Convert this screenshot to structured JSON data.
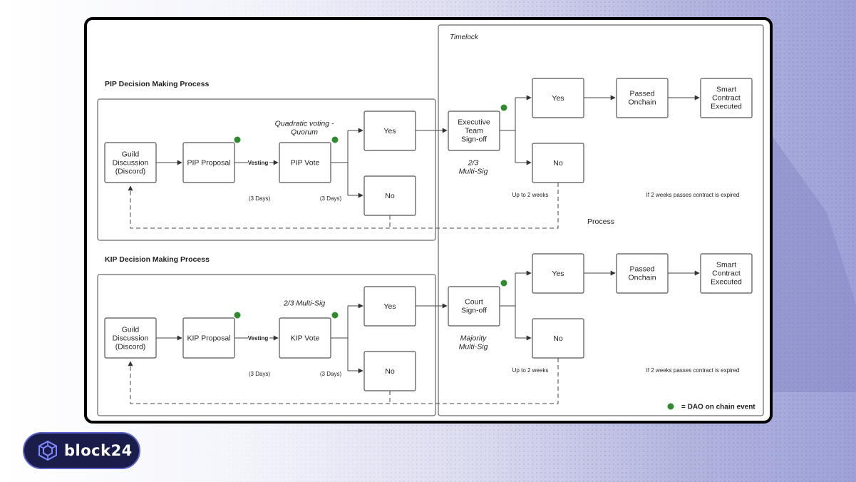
{
  "diagram": {
    "timelock_label": "Timelock",
    "process_label": "Process",
    "legend_label": "= DAO on chain event",
    "pip": {
      "title": "PIP Decision Making Process",
      "guild_lines": [
        "Guild",
        "Discussion",
        "(Discord)"
      ],
      "proposal": "PIP Proposal",
      "vesting": "Vesting",
      "vote": "PIP Vote",
      "vote_note_lines": [
        "Quadratic voting -",
        "Quorum"
      ],
      "days_1": "(3 Days)",
      "days_2": "(3 Days)",
      "yes": "Yes",
      "no": "No",
      "signoff_lines": [
        "Executive",
        "Team",
        "Sign-off"
      ],
      "multisig_lines": [
        "2/3",
        "Multi-Sig"
      ],
      "yes2": "Yes",
      "no2": "No",
      "passed_lines": [
        "Passed",
        "Onchain"
      ],
      "smart_lines": [
        "Smart",
        "Contract",
        "Executed"
      ],
      "up_to": "Up to 2 weeks",
      "expired_note": "If 2 weeks passes contract is expired"
    },
    "kip": {
      "title": "KIP Decision Making Process",
      "guild_lines": [
        "Guild",
        "Discussion",
        "(Discord)"
      ],
      "proposal": "KIP Proposal",
      "vesting": "Vesting",
      "vote": "KIP Vote",
      "vote_note_lines": [
        "2/3 Multi-Sig"
      ],
      "days_1": "(3 Days)",
      "days_2": "(3 Days)",
      "yes": "Yes",
      "no": "No",
      "signoff_lines": [
        "Court",
        "Sign-off"
      ],
      "multisig_lines": [
        "Majority",
        "Multi-Sig"
      ],
      "yes2": "Yes",
      "no2": "No",
      "passed_lines": [
        "Passed",
        "Onchain"
      ],
      "smart_lines": [
        "Smart",
        "Contract",
        "Executed"
      ],
      "up_to": "Up to 2 weeks",
      "expired_note": "If 2 weeks passes contract is expired"
    }
  },
  "brand": {
    "name": "block24",
    "icon": "cube-icon"
  },
  "colors": {
    "event_dot": "#2e8b2e",
    "stroke": "#555555",
    "brand_bg": "#1a1d4a",
    "brand_border": "#5c63c8"
  }
}
